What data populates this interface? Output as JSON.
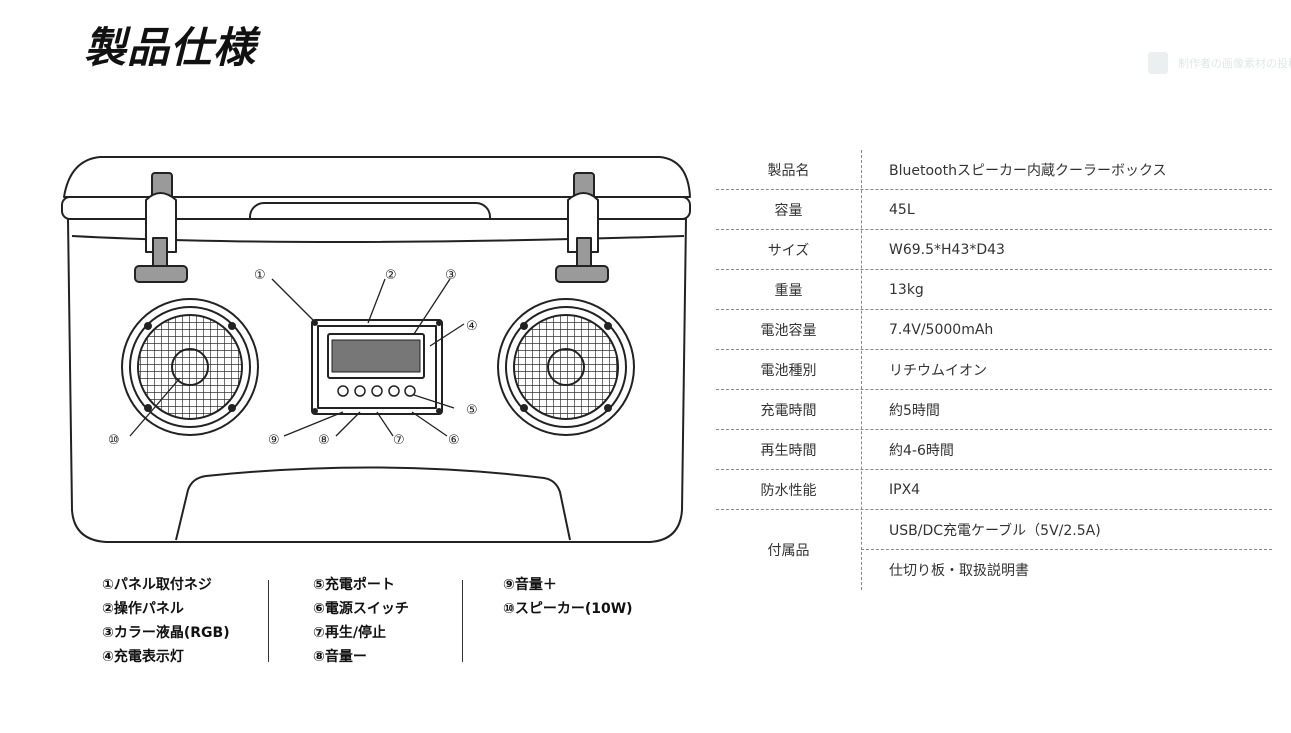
{
  "title": "製品仕様",
  "watermark": {
    "text": "制作者の画像素材の投稿"
  },
  "callouts": [
    "①",
    "②",
    "③",
    "④",
    "⑤",
    "⑥",
    "⑦",
    "⑧",
    "⑨",
    "⑩"
  ],
  "legend": {
    "col1": [
      "①パネル取付ネジ",
      "②操作パネル",
      "③カラー液晶(RGB)",
      "④充電表示灯"
    ],
    "col2": [
      "⑤充電ポート",
      "⑥電源スイッチ",
      "⑦再生/停止",
      "⑧音量ー"
    ],
    "col3": [
      "⑨音量＋",
      "⑩スピーカー(10W)"
    ]
  },
  "specs": [
    {
      "label": "製品名",
      "value": "Bluetoothスピーカー内蔵クーラーボックス"
    },
    {
      "label": "容量",
      "value": "45L"
    },
    {
      "label": "サイズ",
      "value": "W69.5*H43*D43"
    },
    {
      "label": "重量",
      "value": "13kg"
    },
    {
      "label": "電池容量",
      "value": "7.4V/5000mAh"
    },
    {
      "label": "電池種別",
      "value": "リチウムイオン"
    },
    {
      "label": "充電時間",
      "value": "約5時間"
    },
    {
      "label": "再生時間",
      "value": "約4-6時間"
    },
    {
      "label": "防水性能",
      "value": "IPX4"
    }
  ],
  "accessories": {
    "label": "付属品",
    "values": [
      "USB/DC充電ケーブル（5V/2.5A)",
      "仕切り板・取扱説明書"
    ]
  }
}
